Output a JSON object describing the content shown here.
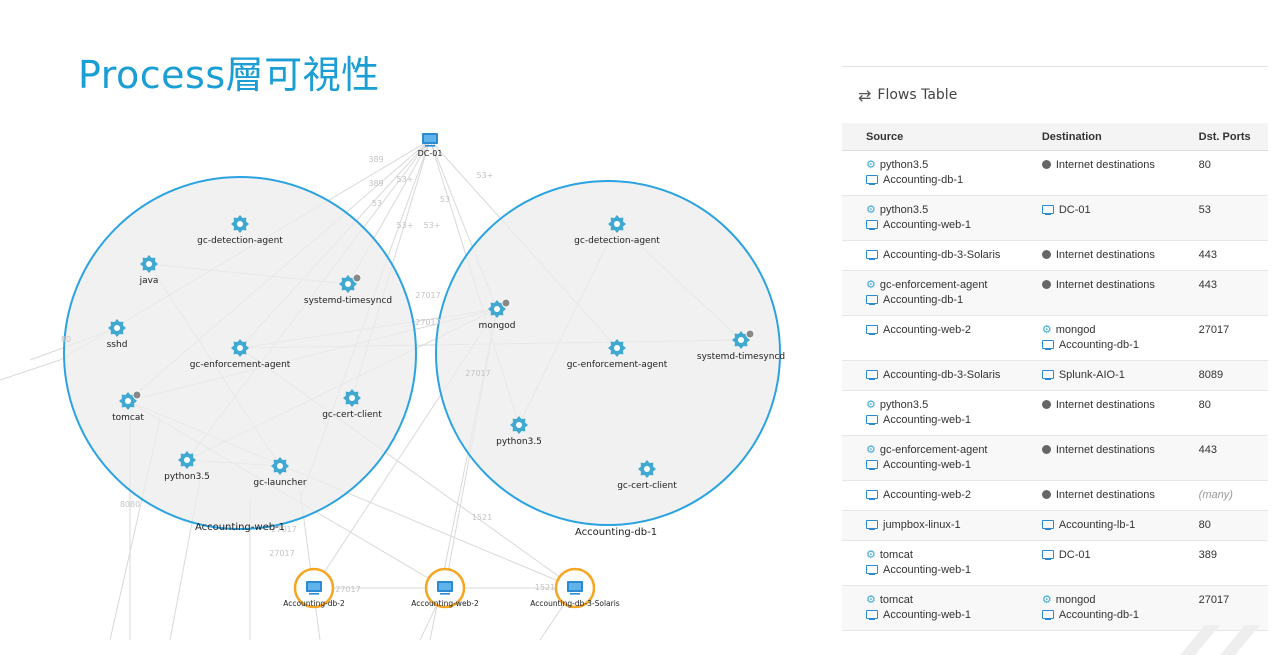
{
  "slide": {
    "title": "Process層可視性"
  },
  "graph": {
    "clusters": [
      {
        "label": "Accounting-web-1",
        "processes": [
          {
            "label": "gc-detection-agent",
            "badge": false
          },
          {
            "label": "java",
            "badge": false
          },
          {
            "label": "systemd-timesyncd",
            "badge": true
          },
          {
            "label": "sshd",
            "badge": false
          },
          {
            "label": "gc-enforcement-agent",
            "badge": false
          },
          {
            "label": "tomcat",
            "badge": true
          },
          {
            "label": "gc-cert-client",
            "badge": false
          },
          {
            "label": "python3.5",
            "badge": false
          },
          {
            "label": "gc-launcher",
            "badge": false
          }
        ]
      },
      {
        "label": "Accounting-db-1",
        "processes": [
          {
            "label": "gc-detection-agent",
            "badge": false
          },
          {
            "label": "mongod",
            "badge": true
          },
          {
            "label": "gc-enforcement-agent",
            "badge": false
          },
          {
            "label": "systemd-timesyncd",
            "badge": true
          },
          {
            "label": "python3.5",
            "badge": false
          },
          {
            "label": "gc-cert-client",
            "badge": false
          }
        ]
      }
    ],
    "hosts": [
      {
        "label": "DC-01",
        "highlight": false
      },
      {
        "label": "Accounting-db-2",
        "highlight": true
      },
      {
        "label": "Accounting-web-2",
        "highlight": true
      },
      {
        "label": "Accounting-db-3-Solaris",
        "highlight": true
      }
    ],
    "edge_labels": [
      "389",
      "389",
      "53+",
      "53",
      "53",
      "53+",
      "53+",
      "53+",
      "27017",
      "27017",
      "27017",
      "27017",
      "27017",
      "27017",
      "1521",
      "1521",
      "8080",
      "80"
    ]
  },
  "flows_table": {
    "title": "Flows Table",
    "headers": [
      "Source",
      "Destination",
      "Dst. Ports"
    ],
    "rows": [
      {
        "src": [
          {
            "icon": "gear-icon",
            "text": "python3.5"
          },
          {
            "icon": "monitor-icon",
            "text": "Accounting-db-1"
          }
        ],
        "dst": [
          {
            "icon": "globe-icon",
            "text": "Internet destinations"
          }
        ],
        "port": "80"
      },
      {
        "src": [
          {
            "icon": "gear-icon",
            "text": "python3.5"
          },
          {
            "icon": "monitor-icon",
            "text": "Accounting-web-1"
          }
        ],
        "dst": [
          {
            "icon": "monitor-icon",
            "text": "DC-01"
          }
        ],
        "port": "53"
      },
      {
        "src": [
          {
            "icon": "monitor-icon",
            "text": "Accounting-db-3-Solaris"
          }
        ],
        "dst": [
          {
            "icon": "globe-icon",
            "text": "Internet destinations"
          }
        ],
        "port": "443"
      },
      {
        "src": [
          {
            "icon": "gear-icon",
            "text": "gc-enforcement-agent"
          },
          {
            "icon": "monitor-icon",
            "text": "Accounting-db-1"
          }
        ],
        "dst": [
          {
            "icon": "globe-icon",
            "text": "Internet destinations"
          }
        ],
        "port": "443"
      },
      {
        "src": [
          {
            "icon": "monitor-icon",
            "text": "Accounting-web-2"
          }
        ],
        "dst": [
          {
            "icon": "gear-icon",
            "text": "mongod"
          },
          {
            "icon": "monitor-icon",
            "text": "Accounting-db-1"
          }
        ],
        "port": "27017"
      },
      {
        "src": [
          {
            "icon": "monitor-icon",
            "text": "Accounting-db-3-Solaris"
          }
        ],
        "dst": [
          {
            "icon": "monitor-icon",
            "text": "Splunk-AIO-1"
          }
        ],
        "port": "8089"
      },
      {
        "src": [
          {
            "icon": "gear-icon",
            "text": "python3.5"
          },
          {
            "icon": "monitor-icon",
            "text": "Accounting-web-1"
          }
        ],
        "dst": [
          {
            "icon": "globe-icon",
            "text": "Internet destinations"
          }
        ],
        "port": "80"
      },
      {
        "src": [
          {
            "icon": "gear-icon",
            "text": "gc-enforcement-agent"
          },
          {
            "icon": "monitor-icon",
            "text": "Accounting-web-1"
          }
        ],
        "dst": [
          {
            "icon": "globe-icon",
            "text": "Internet destinations"
          }
        ],
        "port": "443"
      },
      {
        "src": [
          {
            "icon": "monitor-icon",
            "text": "Accounting-web-2"
          }
        ],
        "dst": [
          {
            "icon": "globe-icon",
            "text": "Internet destinations"
          }
        ],
        "port": "(many)"
      },
      {
        "src": [
          {
            "icon": "monitor-icon",
            "text": "jumpbox-linux-1"
          }
        ],
        "dst": [
          {
            "icon": "monitor-icon",
            "text": "Accounting-lb-1"
          }
        ],
        "port": "80"
      },
      {
        "src": [
          {
            "icon": "gear-icon",
            "text": "tomcat"
          },
          {
            "icon": "monitor-icon",
            "text": "Accounting-web-1"
          }
        ],
        "dst": [
          {
            "icon": "monitor-icon",
            "text": "DC-01"
          }
        ],
        "port": "389"
      },
      {
        "src": [
          {
            "icon": "gear-icon",
            "text": "tomcat"
          },
          {
            "icon": "monitor-icon",
            "text": "Accounting-web-1"
          }
        ],
        "dst": [
          {
            "icon": "gear-icon",
            "text": "mongod"
          },
          {
            "icon": "monitor-icon",
            "text": "Accounting-db-1"
          }
        ],
        "port": "27017"
      }
    ]
  },
  "colors": {
    "accent": "#1a9ed4",
    "cluster_border": "#2ba3e0",
    "cluster_fill": "#ececec",
    "gear": "#3fa9d2",
    "host_ring": "#f5a623"
  }
}
